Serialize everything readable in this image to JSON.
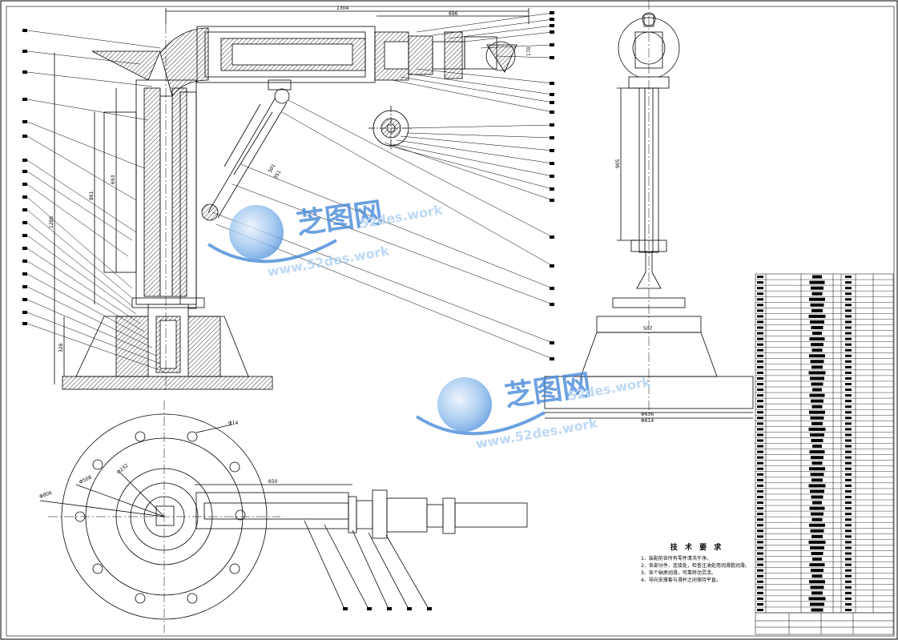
{
  "drawing": {
    "dimensions": {
      "overall_width": "1304",
      "top_right": "696",
      "arm_a": "501",
      "arm_b": "351",
      "left_height": "1286",
      "inner_height": "861",
      "inner_height_b": "693",
      "base_height": "328",
      "side_height": "905",
      "side_base": "507",
      "side_flange_a": "Φ636",
      "side_flange_b": "Φ614",
      "plan_radius": "650",
      "plan_dia_a": "Φ806",
      "plan_dia_b": "Φ508",
      "plan_dia_c": "Φ232",
      "plan_hole": "Φ14",
      "small_right": "170"
    },
    "watermark": {
      "brand": "芝图网",
      "domain": "52des.work",
      "url": "www.52des.work"
    },
    "tech_notes": {
      "title": "技 术 要 求",
      "items": [
        "1、装配前各所有零件清洗干净。",
        "2、各部分件、连接处，检查注油处用润滑脂润滑。",
        "3、各个轴承润滑，可靠转动灵活。",
        "4、导向支撑套与滑杆之间保持平直。"
      ]
    },
    "colors": {
      "line": "#000000",
      "watermark_blue": "#3b82d6",
      "watermark_light": "#a9cdf2"
    }
  }
}
